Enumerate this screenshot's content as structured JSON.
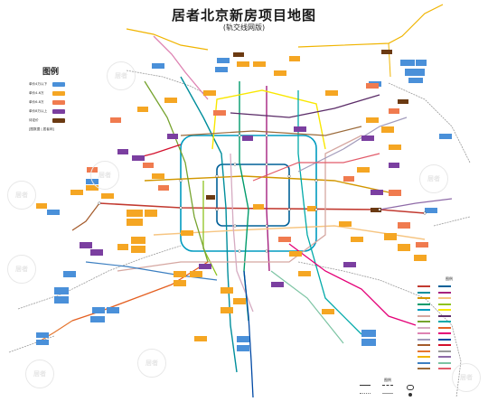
{
  "header": {
    "title": "居者北京新房项目地图",
    "subtitle": "(轨交线网版)"
  },
  "legend": {
    "title": "图例",
    "items": [
      {
        "label": "单价4万以下",
        "color": "#4a90d9"
      },
      {
        "label": "单价4-6万",
        "color": "#f5a623"
      },
      {
        "label": "单价6-8万",
        "color": "#f07b4f"
      },
      {
        "label": "单价8万以上",
        "color": "#7b3fa0"
      },
      {
        "label": "待定价",
        "color": "#6b3a12"
      }
    ],
    "note": "[图数据 | 居者网]"
  },
  "watermark": {
    "text": "居者"
  },
  "line_legend": {
    "title": "图例"
  },
  "symbol_legend": {
    "title": "图例"
  },
  "colors": {
    "line1": "#c23a30",
    "line2": "#006098",
    "line4": "#008e9c",
    "line5": "#a6217f",
    "line6": "#d29700",
    "line7": "#f6c582",
    "line8": "#009b6b",
    "line9": "#8fc31f",
    "line10": "#009bc0",
    "line13": "#f9e700",
    "line14": "#d5a7a1",
    "line15": "#5b2c68",
    "line16": "#76a32e",
    "line17": "#00a9a9",
    "line19": "#d6abc1",
    "fangshan": "#e46022",
    "changping": "#de82b2",
    "yizhuang": "#e40077",
    "airport": "#a29bbb",
    "daxing": "#008e9c",
    "s1": "#a45a2a",
    "xijiao": "#d3102d",
    "daxingair": "#0049a5",
    "yanfang": "#e5762f",
    "suburb": "#a0a0a0"
  }
}
